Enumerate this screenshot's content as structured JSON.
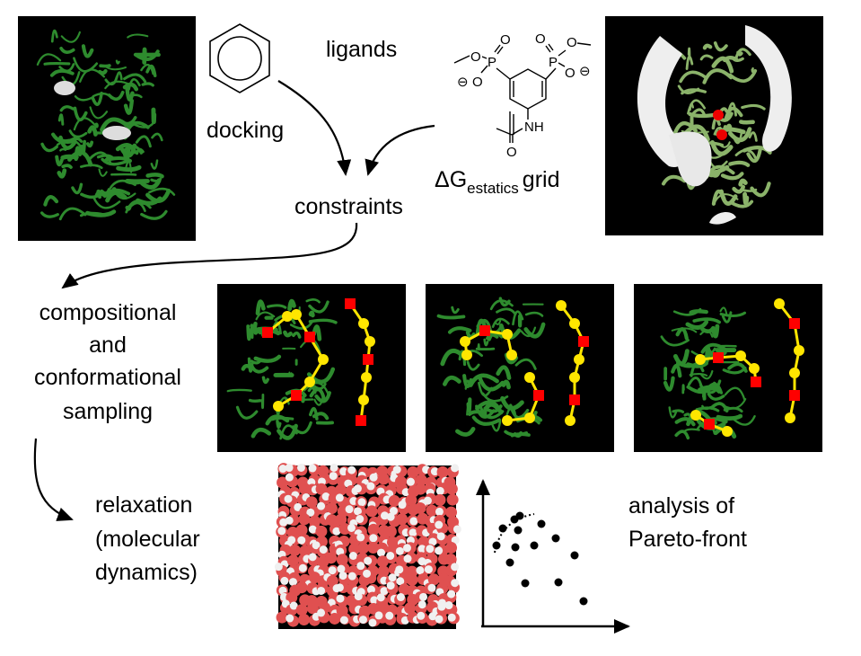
{
  "labels": {
    "ligands": "ligands",
    "docking": "docking",
    "constraints": "constraints",
    "grid_delta_g": "ΔG",
    "grid_subscript": "estatics",
    "grid_word": "grid",
    "sampling": [
      "compositional",
      "and",
      "conformational",
      "sampling"
    ],
    "relaxation": [
      "relaxation",
      "(molecular",
      "dynamics)"
    ],
    "analysis": [
      "analysis of",
      "Pareto-front"
    ]
  },
  "molecule_atoms": {
    "oxygen": "O",
    "phosphorus": "P",
    "nh": "NH",
    "minus": "⊖"
  },
  "colors": {
    "panel_bg": "#000000",
    "protein": "#2e8b2e",
    "protein_light": "#8bb36a",
    "chain": "#ffe600",
    "monomer_square": "#ff0000",
    "water_o": "#e05050",
    "water_h": "#f0f0f0"
  }
}
